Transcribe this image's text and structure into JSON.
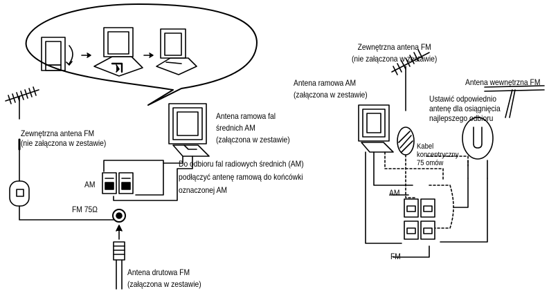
{
  "left": {
    "fm_external": {
      "line1": "Zewnętrzna antena FM",
      "line2": "(nie załączona w zestawie)"
    },
    "am_loop": {
      "line1": "Antena ramowa fal",
      "line2": "średnich AM",
      "line3": "(załączona w zestawie)"
    },
    "am_instruction": {
      "line1": "Do odbioru fal radiowych średnich (AM)",
      "line2": "podłączyć antenę ramową do końcówki",
      "line3": "oznaczonej AM"
    },
    "am_terminal": "AM",
    "fm_terminal": "FM 75Ω",
    "fm_wire": {
      "line1": "Antena drutowa FM",
      "line2": "(załączona w zestawie)"
    }
  },
  "right": {
    "fm_external": {
      "line1": "Zewnętrzna antena FM",
      "line2": "(nie załączona w zestawie)"
    },
    "am_loop": {
      "line1": "Antena ramowa AM",
      "line2": "(załączona w zestawie)"
    },
    "fm_indoor": "Antena wewnętrzna FM",
    "adjust_note": {
      "line1": "Ustawić odpowiednio",
      "line2": "antenę dla osiągnięcia",
      "line3": "najlepszego odbioru"
    },
    "coax": {
      "line1": "Kabel",
      "line2": "koncentryczny",
      "line3": "75 omów"
    },
    "am_terminal": "AM",
    "fm_terminal": "FM"
  }
}
